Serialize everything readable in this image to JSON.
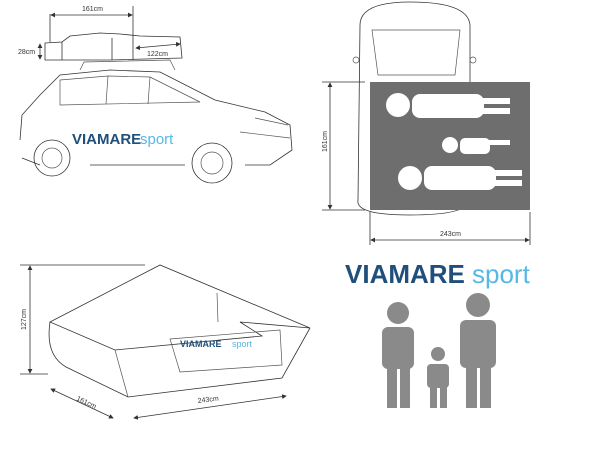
{
  "brand": {
    "name_main": "VIAMARE",
    "name_sub": "sport",
    "color_main": "#1f4f7a",
    "color_sub": "#55b9e6"
  },
  "side_view": {
    "tent_length": "161cm",
    "tent_height": "28cm",
    "tent_width": "122cm"
  },
  "top_view": {
    "height": "161cm",
    "width": "243cm",
    "floor_color": "#6e6e6e"
  },
  "open_tent": {
    "height": "127cm",
    "depth": "161cm",
    "length": "243cm"
  },
  "capacity": {
    "icon": "two-adults-one-child-icon",
    "color": "#8a8a8a"
  }
}
